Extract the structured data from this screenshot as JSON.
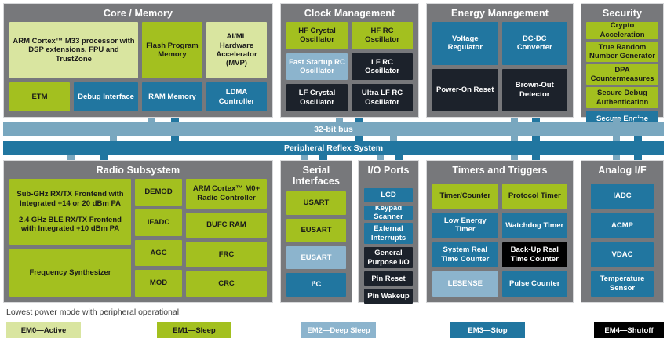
{
  "panels": {
    "core": {
      "title": "Core / Memory",
      "blocks": {
        "cpu": "ARM Cortex™ M33 processor with DSP extensions, FPU and TrustZone",
        "flash": "Flash Program Memory",
        "aiml": "AI/ML Hardware Accelerator (MVP)",
        "etm": "ETM",
        "debug": "Debug Interface",
        "ram": "RAM Memory",
        "ldma": "LDMA Controller"
      }
    },
    "clock": {
      "title": "Clock Management",
      "blocks": {
        "hfxo": "HF Crystal Oscillator",
        "hfrco": "HF RC Oscillator",
        "fsrco": "Fast Startup RC Oscillator",
        "lfrco": "LF RC Oscillator",
        "lfxo": "LF Crystal Oscillator",
        "ulfrco": "Ultra LF RC Oscillator"
      }
    },
    "energy": {
      "title": "Energy Management",
      "blocks": {
        "vreg": "Voltage Regulator",
        "dcdc": "DC-DC Converter",
        "por": "Power-On Reset",
        "bod": "Brown-Out Detector"
      }
    },
    "security": {
      "title": "Security",
      "blocks": {
        "crypto": "Crypto Acceleration",
        "trng": "True Random Number Generator",
        "dpa": "DPA Countermeasures",
        "sda": "Secure Debug Authentication",
        "se": "Secure Engine"
      }
    },
    "radio": {
      "title": "Radio Subsystem",
      "blocks": {
        "frontend_line1": "Sub-GHz RX/TX Frontend with Integrated +14 or 20 dBm PA",
        "frontend_line2": "2.4 GHz BLE RX/TX Frontend with Integrated +10 dBm PA",
        "synth": "Frequency Synthesizer",
        "demod": "DEMOD",
        "ifadc": "IFADC",
        "agc": "AGC",
        "mod": "MOD",
        "m0": "ARM Cortex™ M0+ Radio Controller",
        "bufc": "BUFC RAM",
        "frc": "FRC",
        "crc": "CRC"
      }
    },
    "serial": {
      "title": "Serial Interfaces",
      "blocks": {
        "usart": "USART",
        "eusart1": "EUSART",
        "eusart2": "EUSART",
        "i2c": "I²C"
      }
    },
    "io": {
      "title": "I/O Ports",
      "blocks": {
        "lcd": "LCD",
        "keypad": "Keypad Scanner",
        "extint": "External Interrupts",
        "gpio": "General Purpose I/O",
        "pinreset": "Pin Reset",
        "pinwake": "Pin Wakeup"
      }
    },
    "timers": {
      "title": "Timers and Triggers",
      "blocks": {
        "timer": "Timer/Counter",
        "protocol": "Protocol Timer",
        "letimer": "Low Energy Timer",
        "wdog": "Watchdog Timer",
        "srtc": "System Real Time Counter",
        "burtc": "Back-Up Real Time Counter",
        "lesense": "LESENSE",
        "pcnt": "Pulse Counter"
      }
    },
    "analog": {
      "title": "Analog I/F",
      "blocks": {
        "iadc": "IADC",
        "acmp": "ACMP",
        "vdac": "VDAC",
        "temp": "Temperature Sensor"
      }
    }
  },
  "buses": {
    "bus32": "32-bit bus",
    "prs": "Peripheral Reflex System"
  },
  "legend": {
    "note": "Lowest power mode with peripheral operational:",
    "items": [
      {
        "label": "EM0—Active",
        "mode": "em0"
      },
      {
        "label": "EM1—Sleep",
        "mode": "em1"
      },
      {
        "label": "EM2—Deep Sleep",
        "mode": "em2"
      },
      {
        "label": "EM3—Stop",
        "mode": "em3"
      },
      {
        "label": "EM4—Shutoff",
        "mode": "em4b"
      }
    ]
  },
  "colors": {
    "em0": "#d9e5a0",
    "em1": "#a3c01f",
    "em2": "#8cb4cd",
    "em3": "#2176a0",
    "em4": "#1c222b",
    "em4_black": "#000000",
    "panel_gray": "#77787b",
    "bus_light": "#79a7bf",
    "bus_dark": "#2176a0"
  }
}
